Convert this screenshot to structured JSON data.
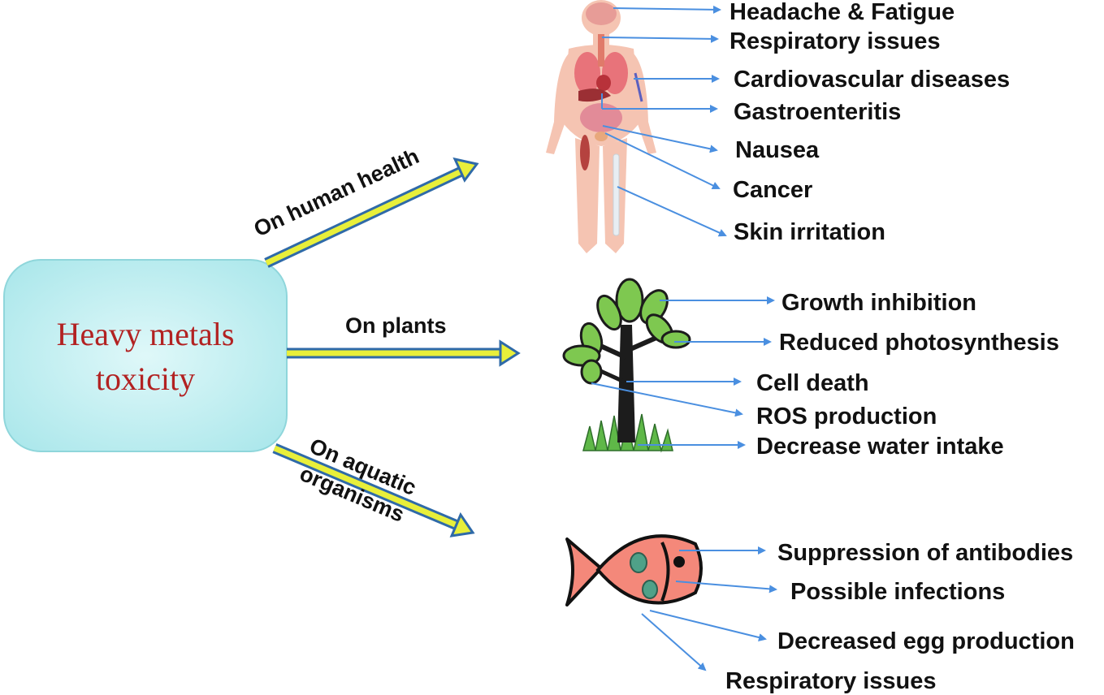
{
  "central": {
    "line1": "Heavy  metals",
    "line2": "toxicity",
    "text_color": "#b22222",
    "box_color": "#c8f1f3"
  },
  "branches": {
    "human": "On human health",
    "plants": "On plants",
    "aquatic_line1": "On aquatic",
    "aquatic_line2": "organisms"
  },
  "human_effects": [
    "Headache & Fatigue",
    "Respiratory issues",
    "Cardiovascular diseases",
    "Gastroenteritis",
    "Nausea",
    "Cancer",
    "Skin irritation"
  ],
  "plant_effects": [
    "Growth inhibition",
    "Reduced photosynthesis",
    "Cell death",
    "ROS production",
    "Decrease water intake"
  ],
  "aquatic_effects": [
    "Suppression of antibodies",
    "Possible infections",
    "Decreased egg production",
    "Respiratory issues"
  ],
  "colors": {
    "arrow_fill": "#e8ef3a",
    "arrow_edge": "#2f6aa8",
    "pointer": "#4a8fe0",
    "leaf": "#7ec850",
    "fish": "#f4887a",
    "skin": "#f5c4b2"
  }
}
